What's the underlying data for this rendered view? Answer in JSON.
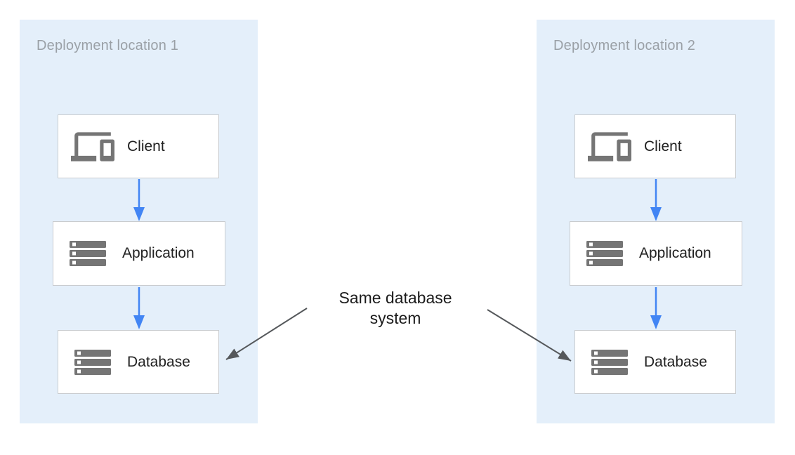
{
  "panels": [
    {
      "title": "Deployment location 1",
      "nodes": [
        {
          "label": "Client",
          "icon": "devices-icon"
        },
        {
          "label": "Application",
          "icon": "server-stack-icon"
        },
        {
          "label": "Database",
          "icon": "server-stack-icon"
        }
      ]
    },
    {
      "title": "Deployment location 2",
      "nodes": [
        {
          "label": "Client",
          "icon": "devices-icon"
        },
        {
          "label": "Application",
          "icon": "server-stack-icon"
        },
        {
          "label": "Database",
          "icon": "server-stack-icon"
        }
      ]
    }
  ],
  "annotation": {
    "text": "Same database\nsystem"
  },
  "colors": {
    "panel_bg": "#E4EFFA",
    "flow_arrow_blue": "#4285F4",
    "annotation_arrow_gray": "#55585B",
    "icon_gray": "#757575",
    "box_border": "#C9CCCF",
    "panel_title_gray": "#9AA0A6",
    "label_color": "#212121"
  }
}
